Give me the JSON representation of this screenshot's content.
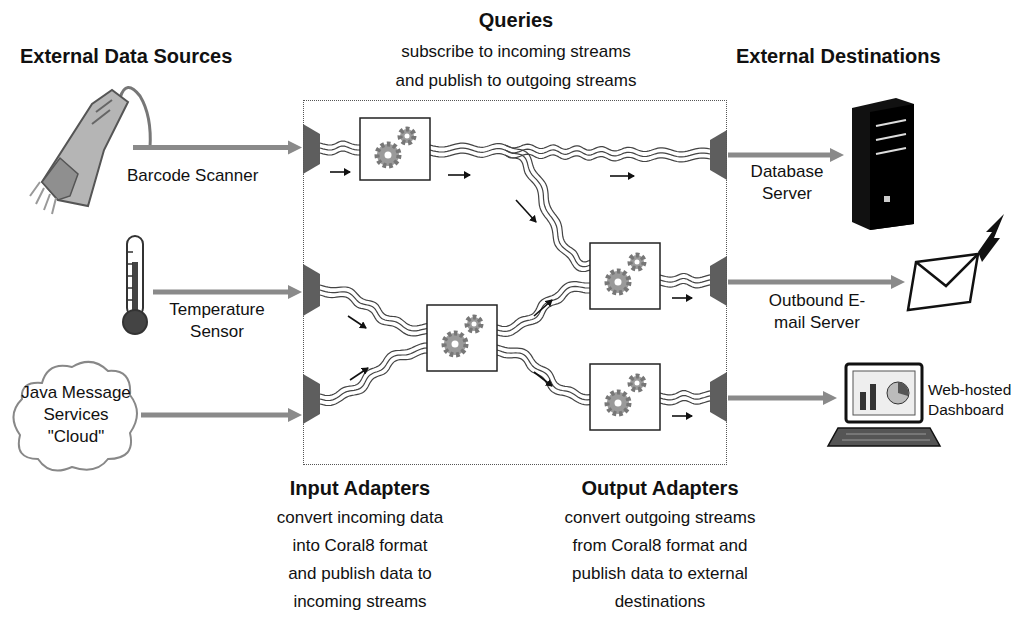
{
  "diagram": {
    "nodes": [
      {
        "text": [
          "Barcode Scanner"
        ]
      },
      {
        "text": [
          "Temperature Sensor"
        ]
      },
      {
        "text": [
          "Java Message Services \"Cloud\""
        ]
      },
      {
        "text": [
          "Queries",
          "subscribe to incoming streams and publish to outgoing streams"
        ]
      },
      {
        "text": [
          "Database Server"
        ]
      },
      {
        "text": [
          "Outbound E-mail Server"
        ]
      },
      {
        "text": [
          "Web-hosted Dashboard"
        ]
      }
    ],
    "edges": [
      {
        "from": 0,
        "to": 3,
        "arrow": "to"
      },
      {
        "from": 1,
        "to": 3,
        "arrow": "to"
      },
      {
        "from": 2,
        "to": 3,
        "arrow": "to"
      },
      {
        "from": 3,
        "to": 4,
        "arrow": "to"
      },
      {
        "from": 3,
        "to": 5,
        "arrow": "to"
      },
      {
        "from": 3,
        "to": 6,
        "arrow": "to"
      }
    ],
    "labels": [
      "External Data Sources",
      "External Destinations",
      "Input Adapters",
      "convert incoming data into Coral8 format and publish data to incoming streams",
      "Output Adapters",
      "convert outgoing streams from Coral8 format and publish data to external destinations"
    ]
  }
}
